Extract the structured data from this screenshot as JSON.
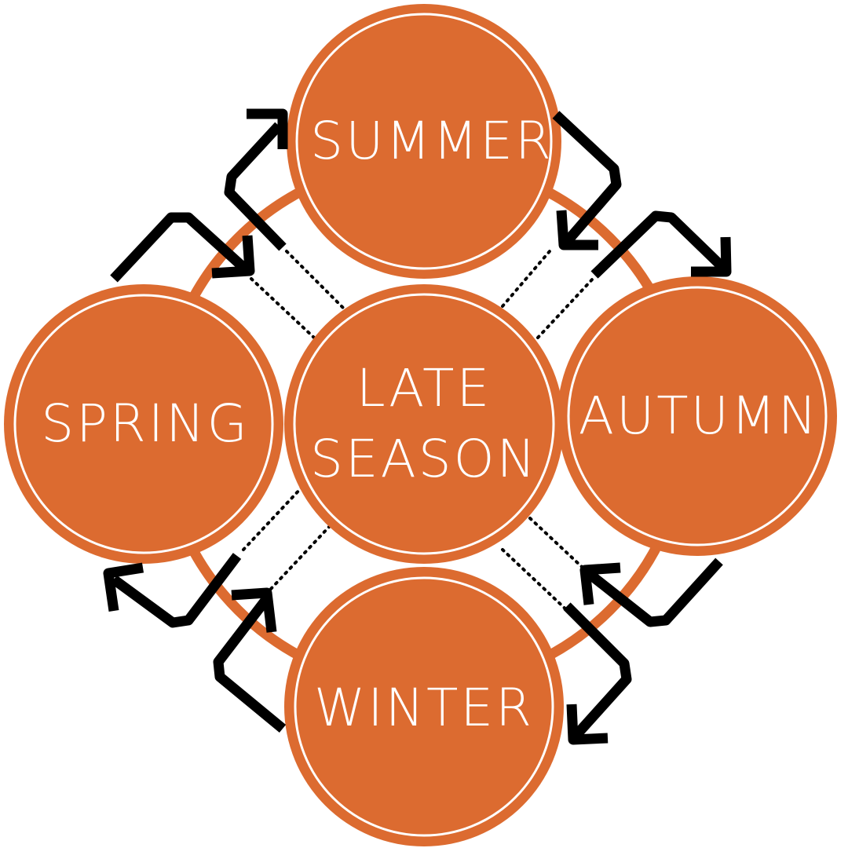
{
  "colors": {
    "fill": "#DC6B30",
    "inner_ring": "#ffffff",
    "arrow": "#000000",
    "connector": "#000000"
  },
  "nodes": {
    "summer": {
      "label": "SUMMER"
    },
    "spring": {
      "label": "SPRING"
    },
    "autumn": {
      "label": "AUTUMN"
    },
    "winter": {
      "label": "WINTER"
    },
    "center": {
      "line1": "LATE",
      "line2": "SEASON"
    }
  },
  "arrows": [
    {
      "from": "spring",
      "to": "summer"
    },
    {
      "from": "summer",
      "to": "spring"
    },
    {
      "from": "summer",
      "to": "autumn"
    },
    {
      "from": "autumn",
      "to": "summer"
    },
    {
      "from": "autumn",
      "to": "winter"
    },
    {
      "from": "winter",
      "to": "autumn"
    },
    {
      "from": "winter",
      "to": "spring"
    },
    {
      "from": "spring",
      "to": "winter"
    }
  ],
  "connectors": [
    {
      "from": "center",
      "to": "summer"
    },
    {
      "from": "center",
      "to": "spring"
    },
    {
      "from": "center",
      "to": "autumn"
    },
    {
      "from": "center",
      "to": "winter"
    }
  ]
}
